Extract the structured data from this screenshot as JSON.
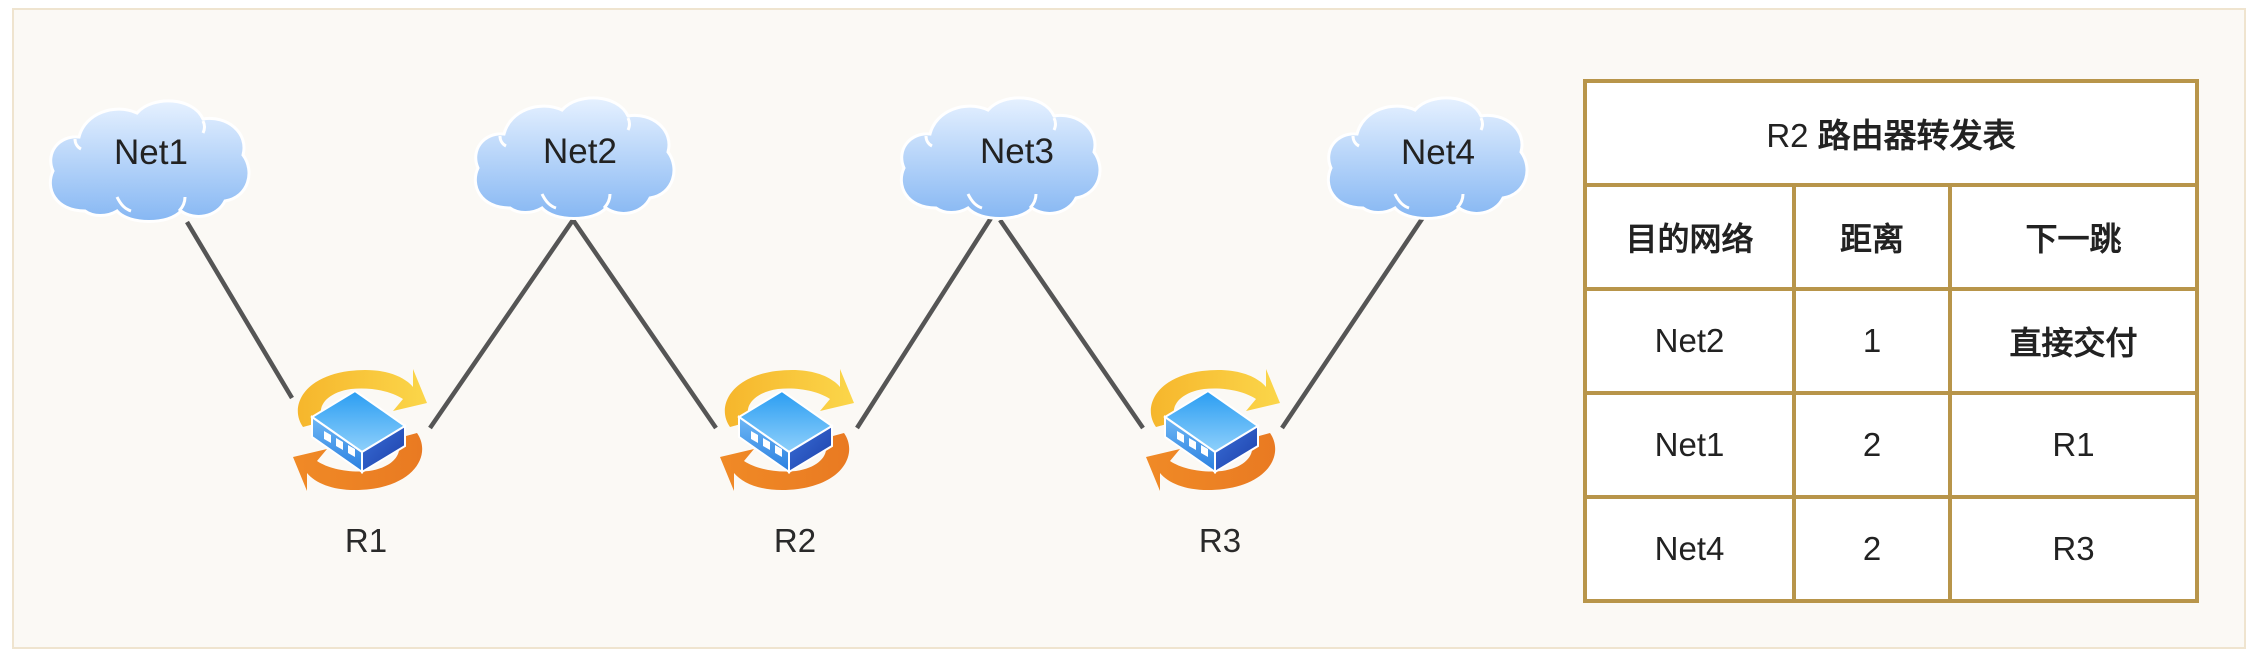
{
  "diagram": {
    "networks": [
      {
        "id": "net1",
        "label": "Net1"
      },
      {
        "id": "net2",
        "label": "Net2"
      },
      {
        "id": "net3",
        "label": "Net3"
      },
      {
        "id": "net4",
        "label": "Net4"
      }
    ],
    "routers": [
      {
        "id": "r1",
        "label": "R1"
      },
      {
        "id": "r2",
        "label": "R2"
      },
      {
        "id": "r3",
        "label": "R3"
      }
    ],
    "links": [
      [
        "net1",
        "r1"
      ],
      [
        "r1",
        "net2"
      ],
      [
        "net2",
        "r2"
      ],
      [
        "r2",
        "net3"
      ],
      [
        "net3",
        "r3"
      ],
      [
        "r3",
        "net4"
      ]
    ],
    "colors": {
      "link": "#555555",
      "cloud_top": "#e3efff",
      "cloud_bottom": "#8fbdf5",
      "arrow_top": "#f9c93a",
      "arrow_bottom": "#ee8424",
      "table_border": "#b8954a"
    }
  },
  "table": {
    "title_prefix": "R2",
    "title_suffix": "路由器转发表",
    "headers": [
      "目的网络",
      "距离",
      "下一跳"
    ],
    "rows": [
      [
        "Net2",
        "1",
        "直接交付"
      ],
      [
        "Net1",
        "2",
        "R1"
      ],
      [
        "Net4",
        "2",
        "R3"
      ]
    ]
  }
}
